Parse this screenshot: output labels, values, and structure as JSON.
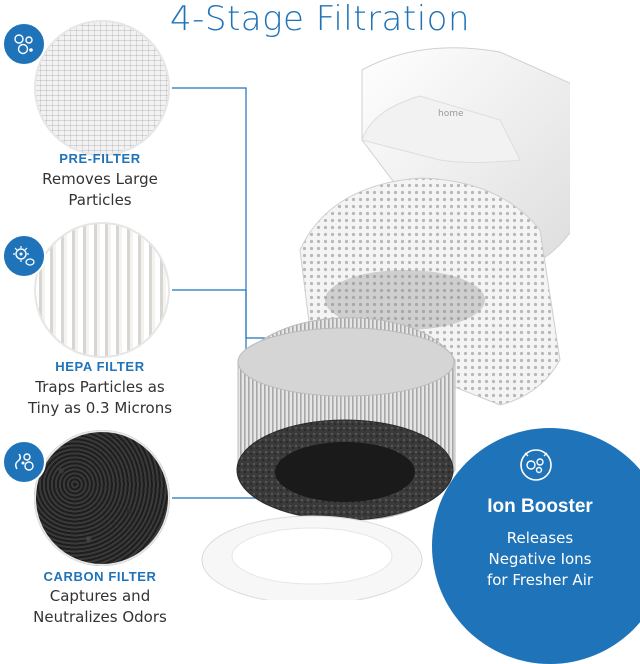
{
  "title": "4-Stage Filtration",
  "brand_mark": "home",
  "accent_color": "#1f73b9",
  "stages": [
    {
      "name": "PRE-FILTER",
      "desc_line1": "Removes Large",
      "desc_line2": "Particles",
      "icon": "pollen-icon",
      "swatch": "pre-filter-mesh"
    },
    {
      "name": "HEPA FILTER",
      "desc_line1": "Traps Particles as",
      "desc_line2": "Tiny as 0.3 Microns",
      "icon": "microbe-icon",
      "swatch": "hepa-pleats"
    },
    {
      "name": "CARBON FILTER",
      "desc_line1": "Captures and",
      "desc_line2": "Neutralizes Odors",
      "icon": "odor-molecules-icon",
      "swatch": "carbon-foam"
    }
  ],
  "ion_booster": {
    "title": "Ion Booster",
    "desc_line1": "Releases",
    "desc_line2": "Negative Ions",
    "desc_line3": "for Fresher Air",
    "icon": "ion-molecule-icon"
  }
}
